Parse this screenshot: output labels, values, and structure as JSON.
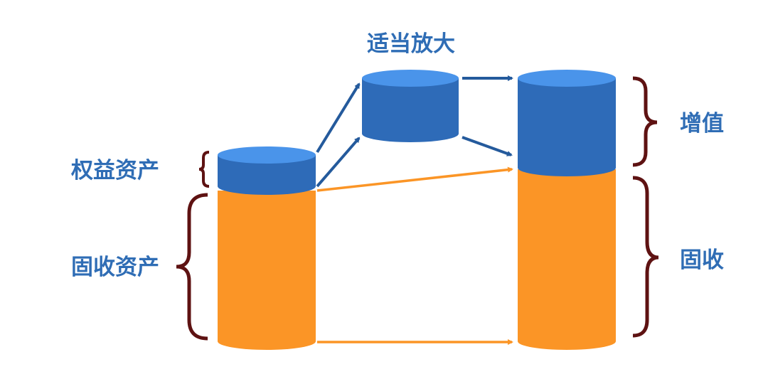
{
  "labels": {
    "amplify": "适当放大",
    "equity_assets": "权益资产",
    "fixed_income_assets": "固收资产",
    "appreciation": "增值",
    "fixed_income": "固收"
  },
  "colors": {
    "blue_top": "#4a94ea",
    "blue_body": "#2e6bb8",
    "orange": "#fb9526",
    "arrow_blue": "#245a9c",
    "brace": "#5e1212",
    "text": "#2f6db5"
  }
}
